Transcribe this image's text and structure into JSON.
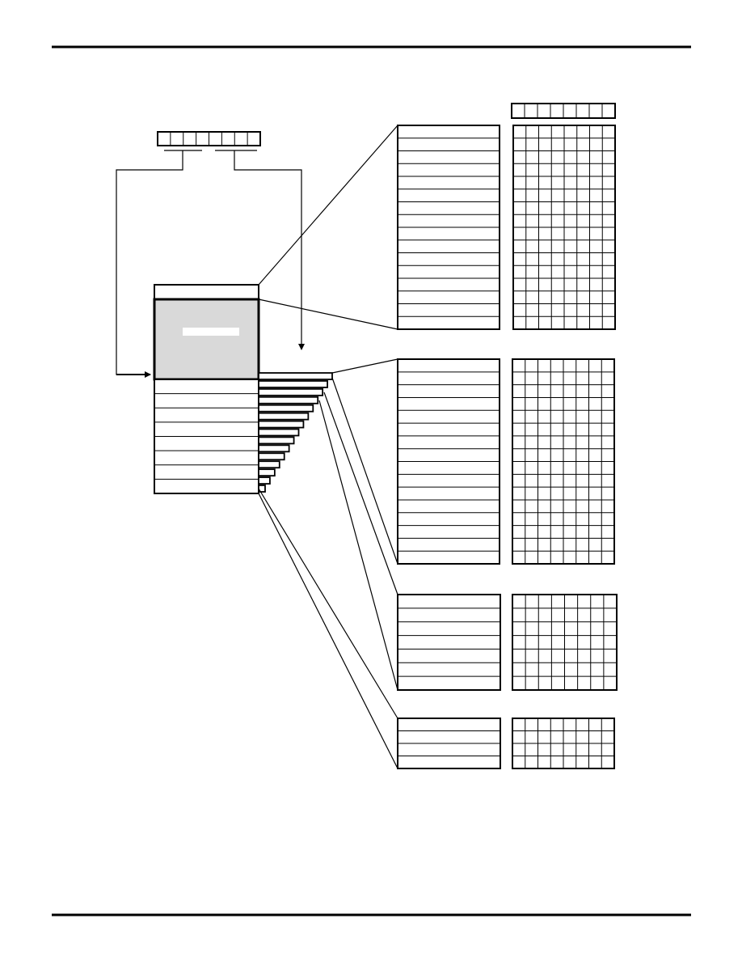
{
  "colors": {
    "ink": "#000000",
    "paper": "#ffffff",
    "selected_fill": "#d9d9d9"
  },
  "header": {
    "rule_present": true
  },
  "footer": {
    "rule_present": true
  },
  "address_register": {
    "field_count": 2,
    "cell_count": 8
  },
  "column_header_row": {
    "cell_count": 8
  },
  "index_table": {
    "top_entries": 1,
    "selected_entries": 1,
    "entries_below": 8
  },
  "blocks": [
    {
      "rows": 16,
      "columns": 8
    },
    {
      "rows": 16,
      "columns": 8
    },
    {
      "rows": 7,
      "columns": 8
    },
    {
      "rows": 4,
      "columns": 8
    }
  ]
}
